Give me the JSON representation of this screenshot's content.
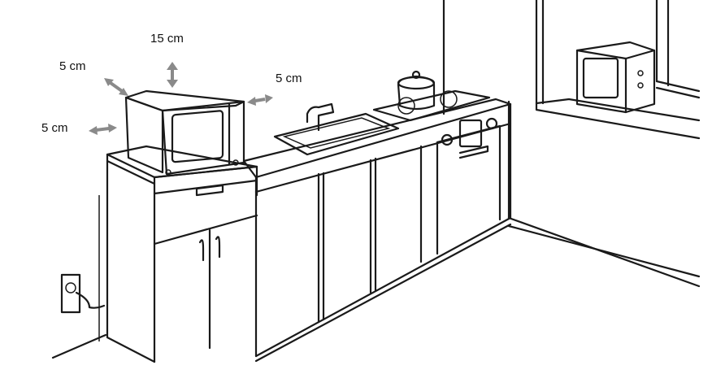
{
  "diagram": {
    "clearances": {
      "top": "15 cm",
      "back": "5 cm",
      "right": "5 cm",
      "left": "5 cm"
    },
    "arrow_color": "#8a8a8a",
    "line_color": "#1a1a1a"
  }
}
